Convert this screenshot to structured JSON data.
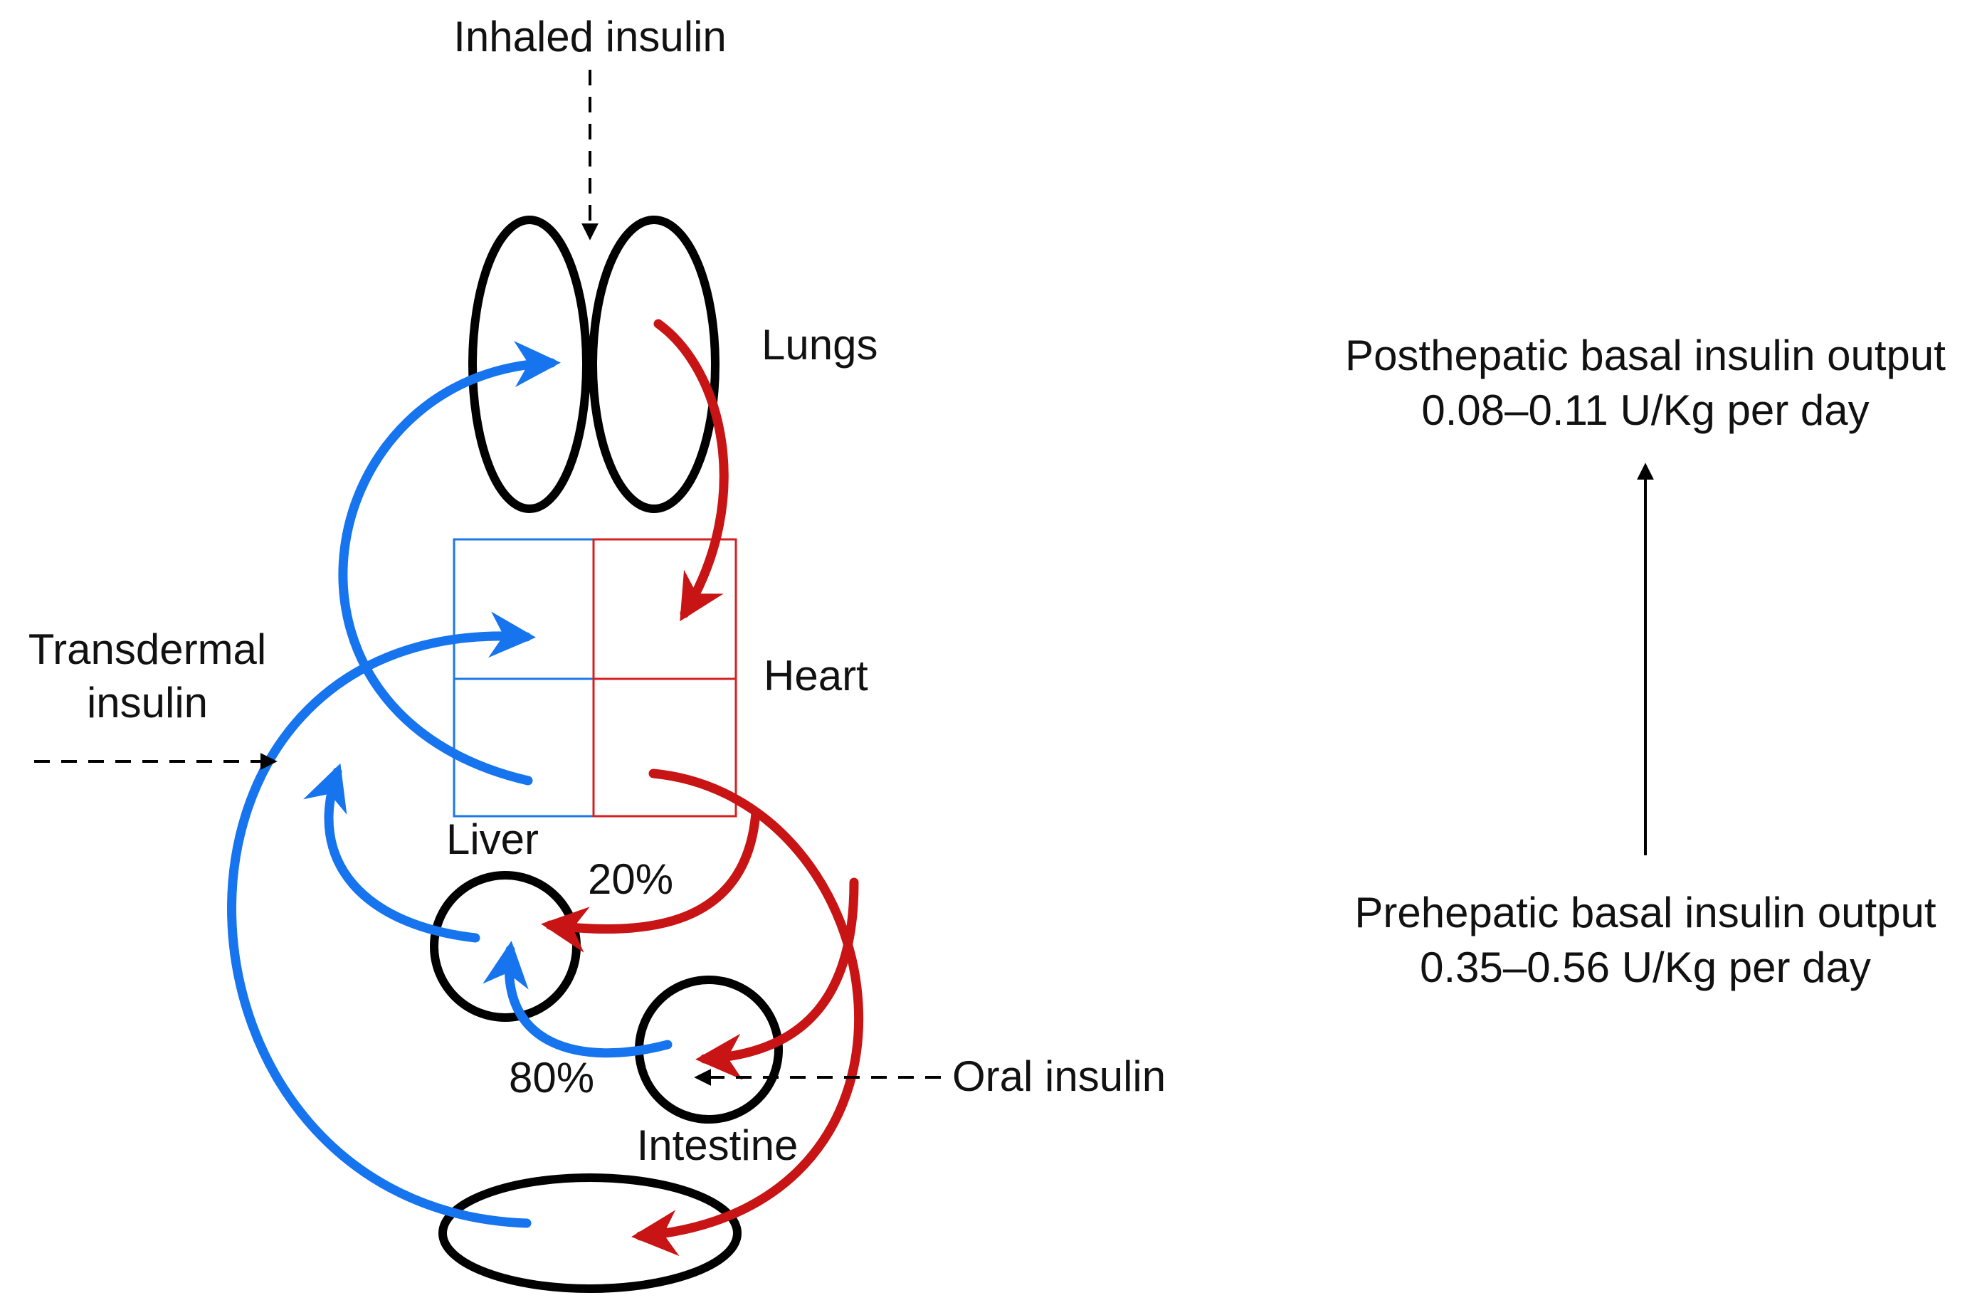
{
  "diagram": {
    "routes": {
      "inhaled": "Inhaled insulin",
      "transdermal_line1": "Transdermal",
      "transdermal_line2": "insulin",
      "oral": "Oral insulin"
    },
    "organs": {
      "lungs": "Lungs",
      "heart": "Heart",
      "liver": "Liver",
      "intestine": "Intestine"
    },
    "fractions": {
      "to_liver_from_heart": "20%",
      "to_liver_from_intestine": "80%"
    },
    "outputs": {
      "posthepatic_title": "Posthepatic basal insulin output",
      "posthepatic_value": "0.08–0.11 U/Kg per day",
      "prehepatic_title": "Prehepatic basal insulin output",
      "prehepatic_value": "0.35–0.56 U/Kg per day"
    },
    "colors": {
      "venous_blood": "#1674ee",
      "arterial_blood": "#c81414",
      "outline": "#000000"
    }
  }
}
